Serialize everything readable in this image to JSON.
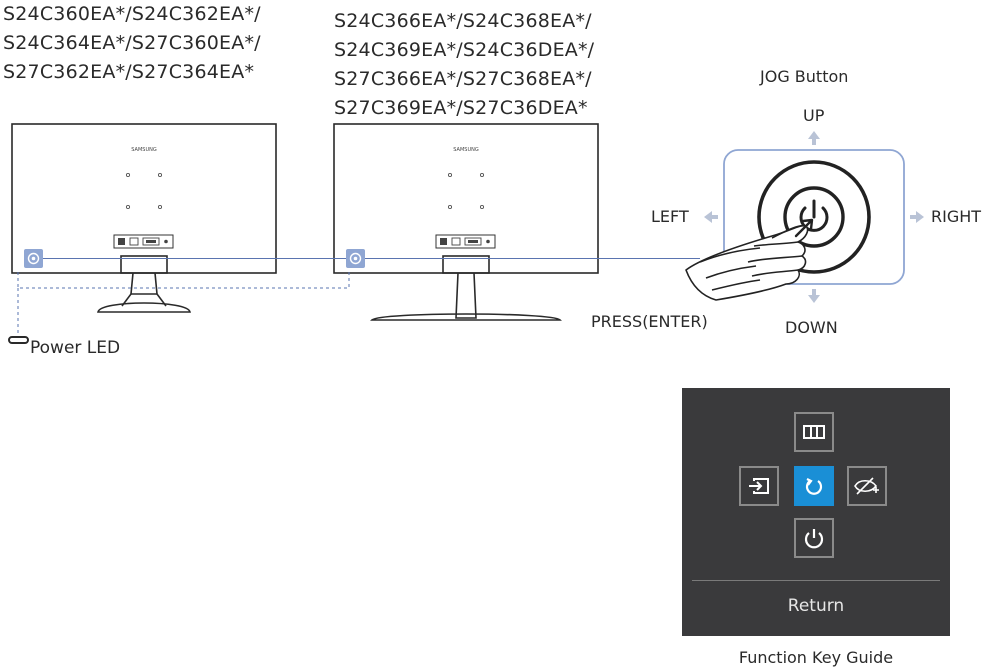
{
  "models": {
    "left": [
      "S24C360EA*/S24C362EA*/",
      "S24C364EA*/S27C360EA*/",
      "S27C362EA*/S27C364EA*"
    ],
    "right": [
      "S24C366EA*/S24C368EA*/",
      "S24C369EA*/S24C36DEA*/",
      "S27C366EA*/S27C368EA*/",
      "S27C369EA*/S27C36DEA*"
    ]
  },
  "monitor": {
    "brand": "SAMSUNG"
  },
  "power_led_label": "Power LED",
  "jog": {
    "title": "JOG Button",
    "up": "UP",
    "down": "DOWN",
    "left": "LEFT",
    "right": "RIGHT",
    "press": "PRESS(ENTER)"
  },
  "function_key_guide": {
    "buttons": [
      {
        "position": "top",
        "icon": "menu-icon"
      },
      {
        "position": "left",
        "icon": "source-input-icon"
      },
      {
        "position": "center",
        "icon": "return-icon",
        "active": true
      },
      {
        "position": "right",
        "icon": "eye-saver-icon"
      },
      {
        "position": "bottom",
        "icon": "power-icon"
      }
    ],
    "label": "Return",
    "caption": "Function Key Guide"
  },
  "colors": {
    "accent": "#1a8fd6",
    "panel": "#3a3a3c",
    "jog_box_border": "#8fa6d3",
    "power_led": "#8fa6d3",
    "guide_line": "#5a74b0"
  }
}
